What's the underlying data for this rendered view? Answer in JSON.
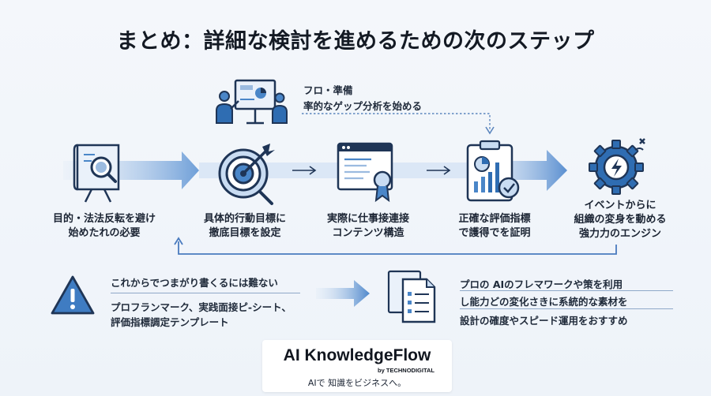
{
  "title": "まとめ：詳細な検討を進めるための次のステップ",
  "callout": {
    "line1": "フロ・準備",
    "line2": "率的なゲップ分析を始める"
  },
  "steps": [
    {
      "icon": "presentation-magnifier-icon",
      "label_lines": [
        "目的・法法反転を避け",
        "始めたれの必要"
      ]
    },
    {
      "icon": "target-icon",
      "label_lines": [
        "具体的行動目標に",
        "撤底目標を設定"
      ]
    },
    {
      "icon": "certificate-document-icon",
      "label_lines": [
        "実際に仕事接連接",
        "コンテンツ構造"
      ]
    },
    {
      "icon": "clipboard-chart-icon",
      "label_lines": [
        "正確な評価指標",
        "で護得でを証明"
      ]
    },
    {
      "icon": "gear-lightning-icon",
      "label_lines": [
        "イベントからに",
        "組織の変身を動める",
        "強力力のエンジン"
      ]
    }
  ],
  "bottom_left": {
    "icon": "warning-icon",
    "line1": "これからでつまがり書くるには難ない",
    "line2": "プロフランマーク、実践面接ピ-シート、",
    "line3": "評価指標調定テンプレート"
  },
  "bottom_right": {
    "icon": "documents-icon",
    "line1": "プロの AIのフレマワークや策を利用",
    "line2": "し能力どの変化さきに系統的な素材を",
    "line3": "設計の確度やスピード運用をおすすめ"
  },
  "brand": {
    "name": "AI KnowledgeFlow",
    "by": "by TECHNODIGITAL",
    "tagline": "AIで 知識をビジネスへ。"
  },
  "colors": {
    "accent": "#2f6db2",
    "icon_stroke": "#1f3556",
    "icon_fill": "#d6e4f5",
    "band": "#bcd3ef"
  }
}
